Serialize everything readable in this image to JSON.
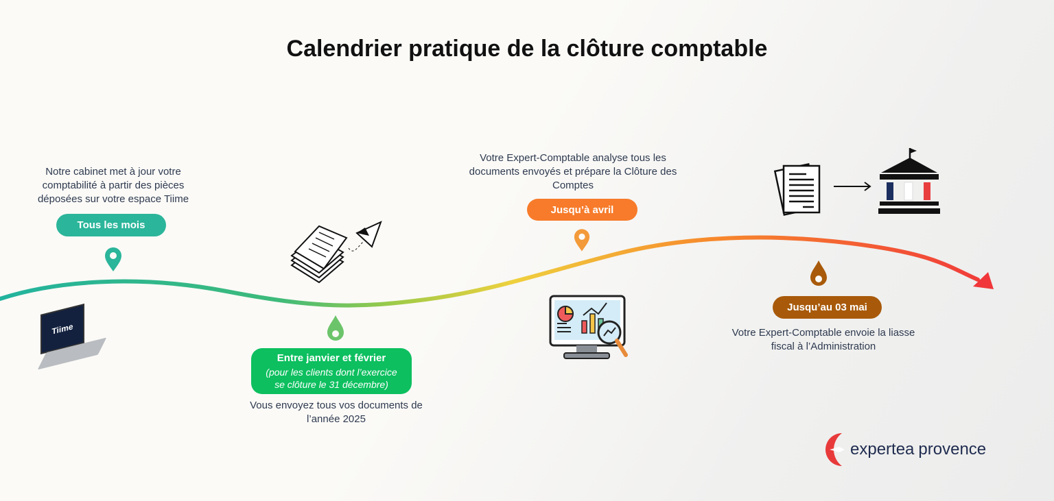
{
  "title": "Calendrier pratique de la clôture comptable",
  "steps": [
    {
      "label": "Tous les mois",
      "description": "Notre cabinet met à jour votre comptabilité à partir des pièces déposées sur votre espace Tiime",
      "color": "#2bb59a"
    },
    {
      "label": "Entre janvier et février",
      "note": "(pour les clients dont l’exercice se clôture le 31 décembre)",
      "description": "Vous envoyez tous vos documents de l’année 2025",
      "color": "#0dbf5f"
    },
    {
      "label": "Jusqu’à avril",
      "description": "Votre Expert-Comptable analyse tous les documents envoyés et prépare la Clôture des Comptes",
      "color": "#f77b2a"
    },
    {
      "label": "Jusqu’au 03 mai",
      "description": "Votre Expert-Comptable envoie la liasse fiscal à l’Administration",
      "color": "#a85a0a"
    }
  ],
  "laptop_brand": "Tiime",
  "logo": {
    "brand": "expertea",
    "region": "provence"
  }
}
